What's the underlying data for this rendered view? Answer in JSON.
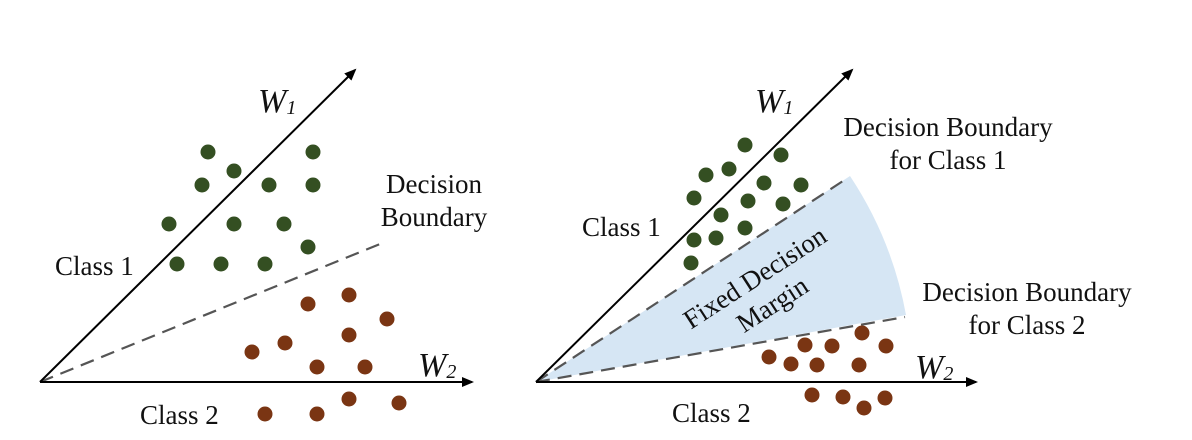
{
  "colors": {
    "class1": "#344f22",
    "class2": "#7a3513",
    "axis": "#000000",
    "boundary": "#555555",
    "margin_fill": "#d6e6f4"
  },
  "left_panel": {
    "axis1_label": "W",
    "axis1_sub": "1",
    "axis2_label": "W",
    "axis2_sub": "2",
    "class1_label": "Class 1",
    "class2_label": "Class 2",
    "boundary_label_line1": "Decision",
    "boundary_label_line2": "Boundary",
    "class1_points": 13,
    "class2_points": 12
  },
  "right_panel": {
    "axis1_label": "W",
    "axis1_sub": "1",
    "axis2_label": "W",
    "axis2_sub": "2",
    "class1_label": "Class 1",
    "class2_label": "Class 2",
    "boundary1_line1": "Decision Boundary",
    "boundary1_line2": "for Class 1",
    "boundary2_line1": "Decision Boundary",
    "boundary2_line2": "for Class 2",
    "margin_line1": "Fixed Decision",
    "margin_line2": "Margin",
    "class1_points": 14,
    "class2_points": 12
  }
}
